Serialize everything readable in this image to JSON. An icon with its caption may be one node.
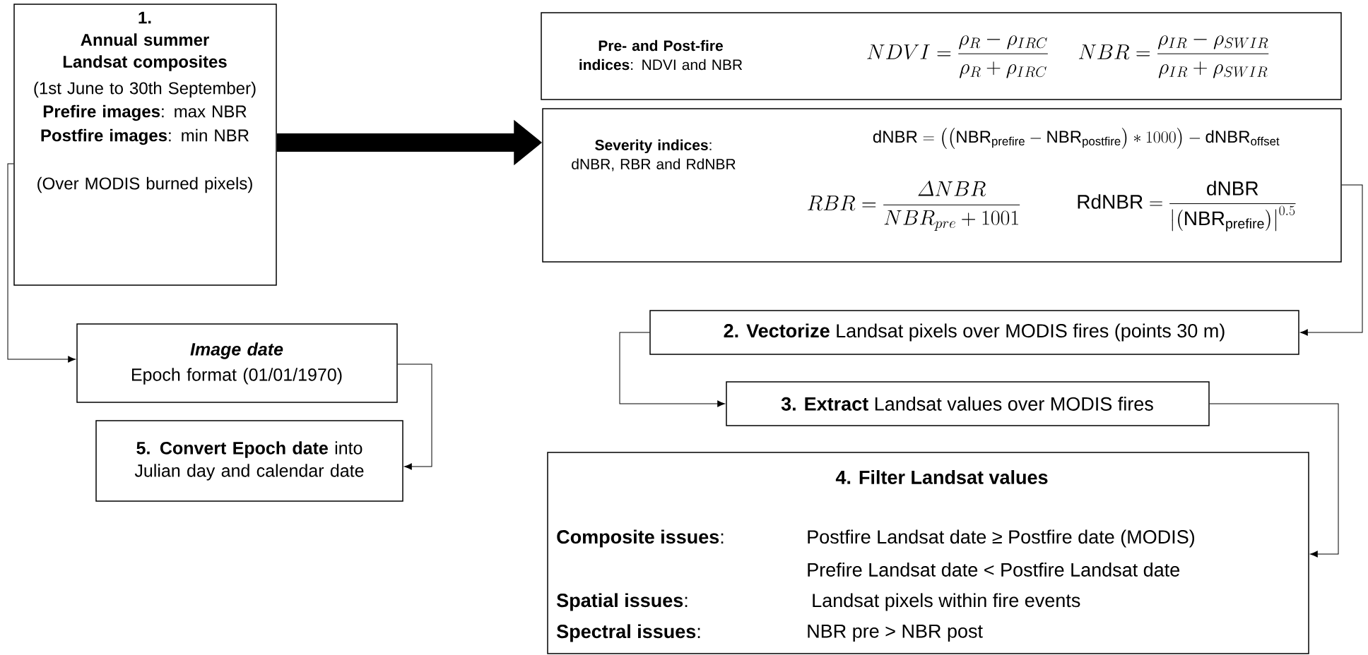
{
  "diagram": {
    "nodes": [
      {
        "text": [
          "1.",
          "Annual summer Landsat composites",
          "(1st June to 30th September)",
          "**Prefire images**: max NBR",
          "**Postfire images**: min NBR",
          "(Over MODIS burned pixels)"
        ]
      },
      {
        "text": [
          "**Pre- and Post-fire indices**: NDVI and NBR",
          "NDVI=\\frac{\\rho_R-\\rho_{IRC}}{\\rho_R+\\rho_{IRC}}",
          "NBR=\\frac{\\rho_{IR}-\\rho_{SWIR}}{\\rho_{IR}+\\rho_{SWIR}}"
        ]
      },
      {
        "text": [
          "**Severity indices**: dNBR, RBR and RdNBR",
          "\\mathrm{dNBR}=\\left(\\left(\\mathrm{NBR}_{\\mathrm{prefire}}-\\mathrm{NBR}_{\\mathrm{postfire}}\\right)*1000\\right)-\\mathrm{dNBR}_{\\mathrm{offset}}",
          "RBR=\\frac{\\varDelta NBR}{NBR_{pre}+1001}",
          "\\mathrm{RdNBR}=\\frac{\\mathrm{dNBR}}{\\left|\\left(\\mathrm{NBR}_{\\mathrm{prefire}}\\right)\\right|^{0.5}}"
        ]
      },
      {
        "text": [
          "Image date",
          "Epoch format (01/01/1970)"
        ]
      },
      {
        "text": [
          "**5. Convert Epoch date** into Julian day and calendar date"
        ]
      },
      {
        "text": [
          "**2. Vectorize** Landsat pixels over MODIS fires (points 30 m)"
        ]
      },
      {
        "text": [
          "**3. Extract** Landsat values over MODIS fires"
        ]
      },
      {
        "text": [
          "4. Filter Landsat values",
          "**Composite issues**:",
          "Postfire Landsat date ≥ Postfire date (MODIS)",
          "Prefire Landsat date < Postfire Landsat date",
          "**Spatial issues**:",
          "Landsat pixels within fire events",
          "**Spectral issues**:",
          "NBR pre > NBR post"
        ]
      }
    ],
    "edges": [
      {
        "from": 0,
        "to": 2,
        "arrow": "to",
        "style": "thick"
      },
      {
        "from": 2,
        "to": 5,
        "arrow": "to"
      },
      {
        "from": 0,
        "to": 3,
        "arrow": "to"
      },
      {
        "from": 3,
        "to": 4,
        "arrow": "to"
      },
      {
        "from": 5,
        "to": 6,
        "arrow": "to"
      },
      {
        "from": 6,
        "to": 7,
        "arrow": "to"
      }
    ]
  }
}
